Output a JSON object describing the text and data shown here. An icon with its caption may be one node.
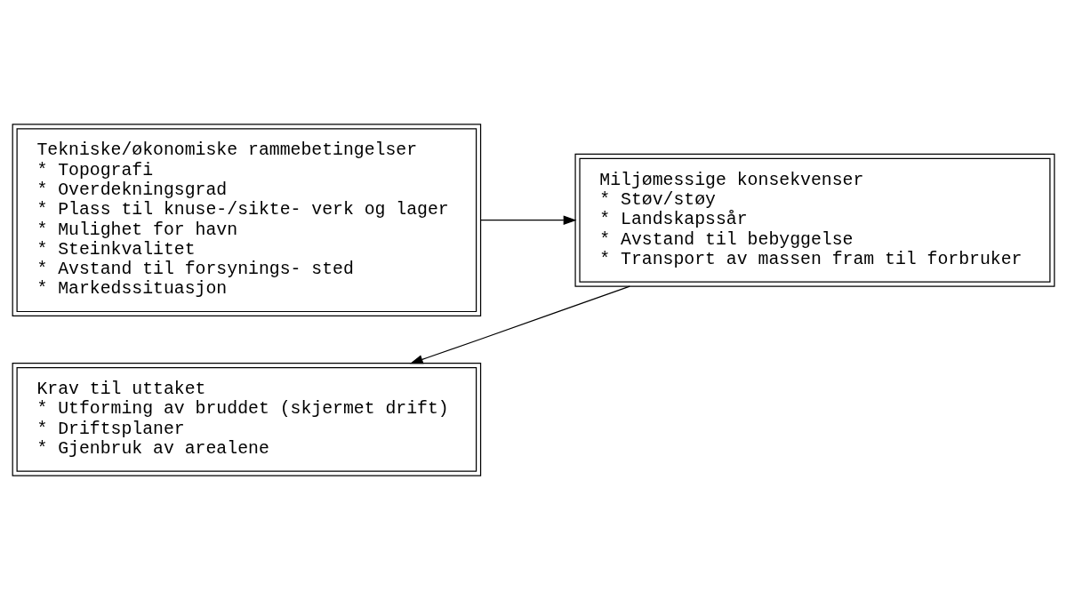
{
  "diagram": {
    "nodes": [
      {
        "text": [
          "Tekniske/økonomiske rammebetingelser",
          "* Topografi",
          "* Overdekningsgrad",
          "* Plass til knuse-/sikte- verk og lager",
          "* Mulighet for havn",
          "* Steinkvalitet",
          "* Avstand til forsynings- sted",
          "* Markedssituasjon"
        ]
      },
      {
        "text": [
          "Krav til uttaket",
          "* Utforming av bruddet (skjermet drift)",
          "* Driftsplaner",
          "* Gjenbruk av arealene"
        ]
      },
      {
        "text": [
          "Miljømessige konsekvenser",
          "* Støv/støy",
          "* Landskapssår",
          "* Avstand til bebyggelse",
          "* Transport av massen fram til forbruker"
        ]
      }
    ],
    "edges": [
      {
        "from": 0,
        "to": 2,
        "arrow": "to"
      },
      {
        "from": 2,
        "to": 1,
        "arrow": "to"
      }
    ]
  }
}
